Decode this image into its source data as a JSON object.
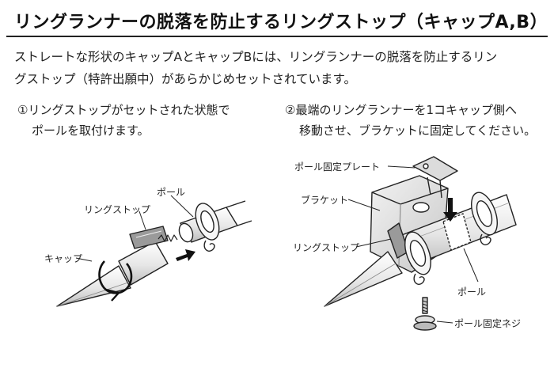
{
  "title": "リングランナーの脱落を防止するリングストップ（キャップA,B）",
  "intro": {
    "line1": "ストレートな形状のキャップAとキャップBには、リングランナーの脱落を防止するリン",
    "line2": "グストップ（特許出願中）があらかじめセットされています。"
  },
  "step1": {
    "line1": "①リングストップがセットされた状態で",
    "line2": "ポールを取付けます。",
    "callouts": {
      "pole": "ポール",
      "ring_stop": "リングストップ",
      "cap": "キャップ"
    }
  },
  "step2": {
    "line1": "②最端のリングランナーを1コキャップ側へ",
    "line2": "移動させ、ブラケットに固定してください。",
    "callouts": {
      "plate": "ポール固定プレート",
      "bracket": "ブラケット",
      "ring_stop": "リングストップ",
      "pole": "ポール",
      "screw": "ポール固定ネジ"
    }
  }
}
